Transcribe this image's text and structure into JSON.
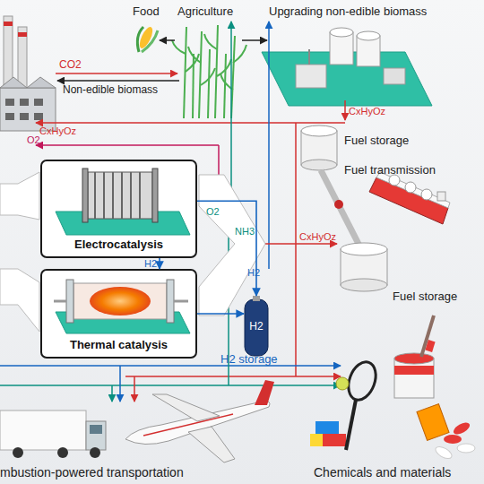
{
  "diagram": {
    "nodes": [
      {
        "text": [
          "Electrocatalysis"
        ]
      },
      {
        "text": [
          "Thermal catalysis"
        ]
      },
      {
        "text": [
          "H2"
        ]
      }
    ],
    "edges": [
      {
        "from": 0,
        "to": 1,
        "arrow": "to",
        "label": "H2"
      },
      {
        "from": 0,
        "to": 2,
        "arrow": "to"
      },
      {
        "from": 1,
        "to": 2,
        "arrow": "to"
      }
    ],
    "labels": [
      "Food",
      "Agriculture",
      "Upgrading non-edible biomass",
      "CO2",
      "Non-edible biomass",
      "CxHyOz",
      "CxHyOz",
      "O2",
      "Fuel storage",
      "Fuel transmission",
      "O2",
      "NH3",
      "CxHyOz",
      "H2",
      "Fuel storage",
      "H2 storage",
      "Chemicals and materials",
      "mbustion-powered transportation"
    ]
  }
}
